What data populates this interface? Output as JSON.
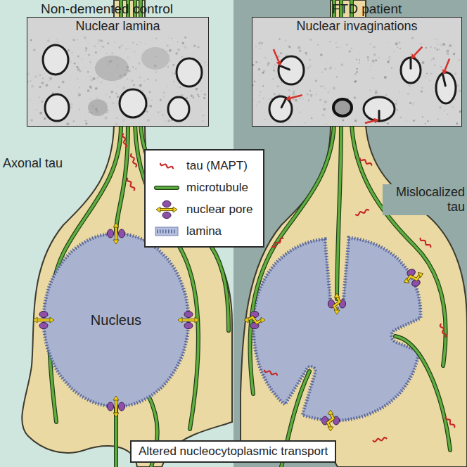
{
  "diagram": {
    "nodes": [
      {
        "text": [
          "Non-demented control"
        ]
      },
      {
        "text": [
          "Nuclear lamina"
        ],
        "in": 0
      },
      {
        "text": [
          "Nucleus"
        ],
        "in": 0
      },
      {
        "text": [
          "FTD patient"
        ]
      },
      {
        "text": [
          "Nuclear invaginations"
        ],
        "in": 3
      },
      {
        "text": [
          "Altered nucleocytoplasmic transport"
        ]
      }
    ],
    "labels": [
      "Axonal tau",
      "Mislocalized tau"
    ],
    "legend": [
      {
        "text": "tau (MAPT)"
      },
      {
        "text": "microtubule"
      },
      {
        "text": "nuclear pore"
      },
      {
        "text": "lamina"
      }
    ]
  }
}
